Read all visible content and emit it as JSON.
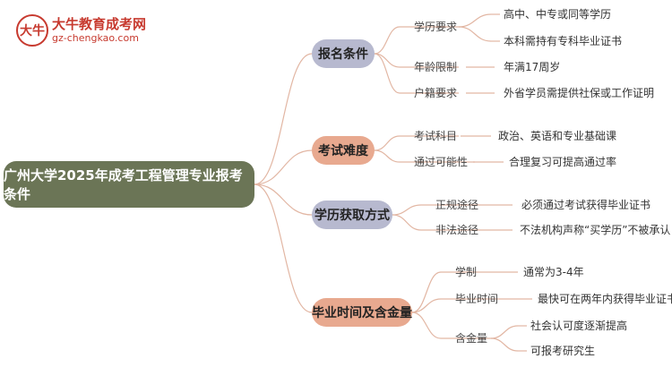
{
  "logo": {
    "emblem": "大牛",
    "site_name": "大牛教育成考网",
    "url": "gz-chengkao.com"
  },
  "root": {
    "label": "广州大学2025年成考工程管理专业报考条件"
  },
  "categories": [
    {
      "label": "报名条件",
      "children": [
        {
          "label": "学历要求",
          "children": [
            "高中、中专或同等学历",
            "本科需持有专科毕业证书"
          ]
        },
        {
          "label": "年龄限制",
          "children": [
            "年满17周岁"
          ]
        },
        {
          "label": "户籍要求",
          "children": [
            "外省学员需提供社保或工作证明"
          ]
        }
      ]
    },
    {
      "label": "考试难度",
      "children": [
        {
          "label": "考试科目",
          "children": [
            "政治、英语和专业基础课"
          ]
        },
        {
          "label": "通过可能性",
          "children": [
            "合理复习可提高通过率"
          ]
        }
      ]
    },
    {
      "label": "学历获取方式",
      "children": [
        {
          "label": "正规途径",
          "children": [
            "必须通过考试获得毕业证书"
          ]
        },
        {
          "label": "非法途径",
          "children": [
            "不法机构声称“买学历”不被承认"
          ]
        }
      ]
    },
    {
      "label": "毕业时间及含金量",
      "children": [
        {
          "label": "学制",
          "children": [
            "通常为3-4年"
          ]
        },
        {
          "label": "毕业时间",
          "children": [
            "最快可在两年内获得毕业证书"
          ]
        },
        {
          "label": "含金量",
          "children": [
            "社会认可度逐渐提高",
            "可报考研究生"
          ]
        }
      ]
    }
  ],
  "colors": {
    "root_bg": "#6b7556",
    "cat_1": "#b7b9cf",
    "cat_2": "#e8a98f",
    "cat_3": "#b7b9cf",
    "cat_4": "#e8a98f",
    "line": "#e2b6a3",
    "logo_red": "#c73a2f"
  }
}
